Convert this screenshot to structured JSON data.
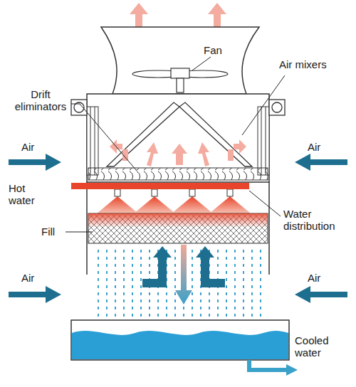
{
  "diagram": {
    "labels": [
      "Fan",
      "Drift eliminators",
      "Air mixers",
      "Air",
      "Air",
      "Hot water",
      "Water distribution",
      "Fill",
      "Air",
      "Air",
      "Cooled water"
    ]
  }
}
